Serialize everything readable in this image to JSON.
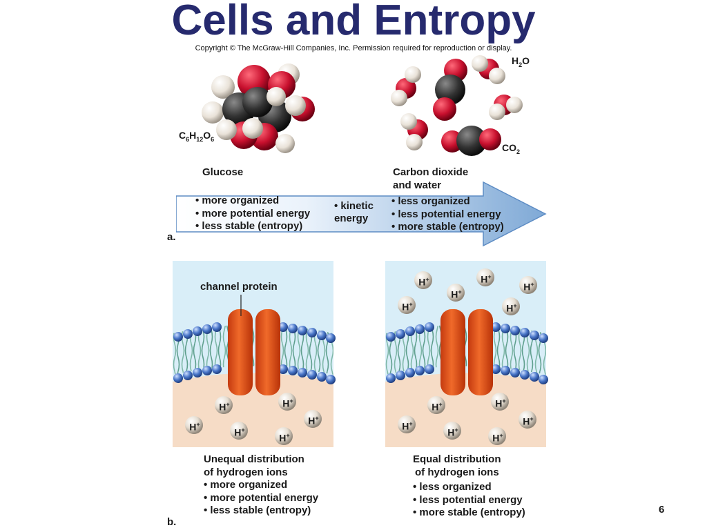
{
  "slide": {
    "title": "Cells and Entropy",
    "copyright": "Copyright © The McGraw-Hill Companies, Inc. Permission required for reproduction or display.",
    "page_number": "6"
  },
  "panel_a": {
    "letter": "a.",
    "glucose": {
      "formula": [
        "C",
        "6",
        "H",
        "12",
        "O",
        "6"
      ],
      "name": "Glucose"
    },
    "products": {
      "water_formula": [
        "H",
        "2",
        "O"
      ],
      "co2_formula": [
        "CO",
        "2"
      ],
      "name_line1": "Carbon dioxide",
      "name_line2": "and water"
    },
    "arrow": {
      "left_bullets": [
        "more organized",
        "more potential energy",
        "less stable (entropy)"
      ],
      "center_line1": "kinetic",
      "center_line2": "energy",
      "right_bullets": [
        "less organized",
        "less potential energy",
        "more stable (entropy)"
      ]
    }
  },
  "panel_b": {
    "letter": "b.",
    "ion_label": "H",
    "ion_charge": "+",
    "channel_label": "channel protein",
    "left": {
      "caption_line1": "Unequal distribution",
      "caption_line2": "of hydrogen ions",
      "bullets": [
        "more organized",
        "more potential energy",
        "less stable (entropy)"
      ]
    },
    "right": {
      "caption_line1": "Equal distribution",
      "caption_line2": "of hydrogen ions",
      "bullets": [
        "less organized",
        "less potential energy",
        "more stable (entropy)"
      ]
    }
  },
  "colors": {
    "title": "#262a6e",
    "oxygen": "#c8102e",
    "carbon": "#333333",
    "hydrogen": "#e9e2d8",
    "arrow_light": "#eaf2fb",
    "arrow_dark": "#7fa9d6",
    "cytoplasm": "#f6dcc6",
    "exterior": "#d9eef8",
    "protein": "#e8531c",
    "lipid_head": "#4a77c9",
    "lipid_tail": "#7fb8a8"
  }
}
